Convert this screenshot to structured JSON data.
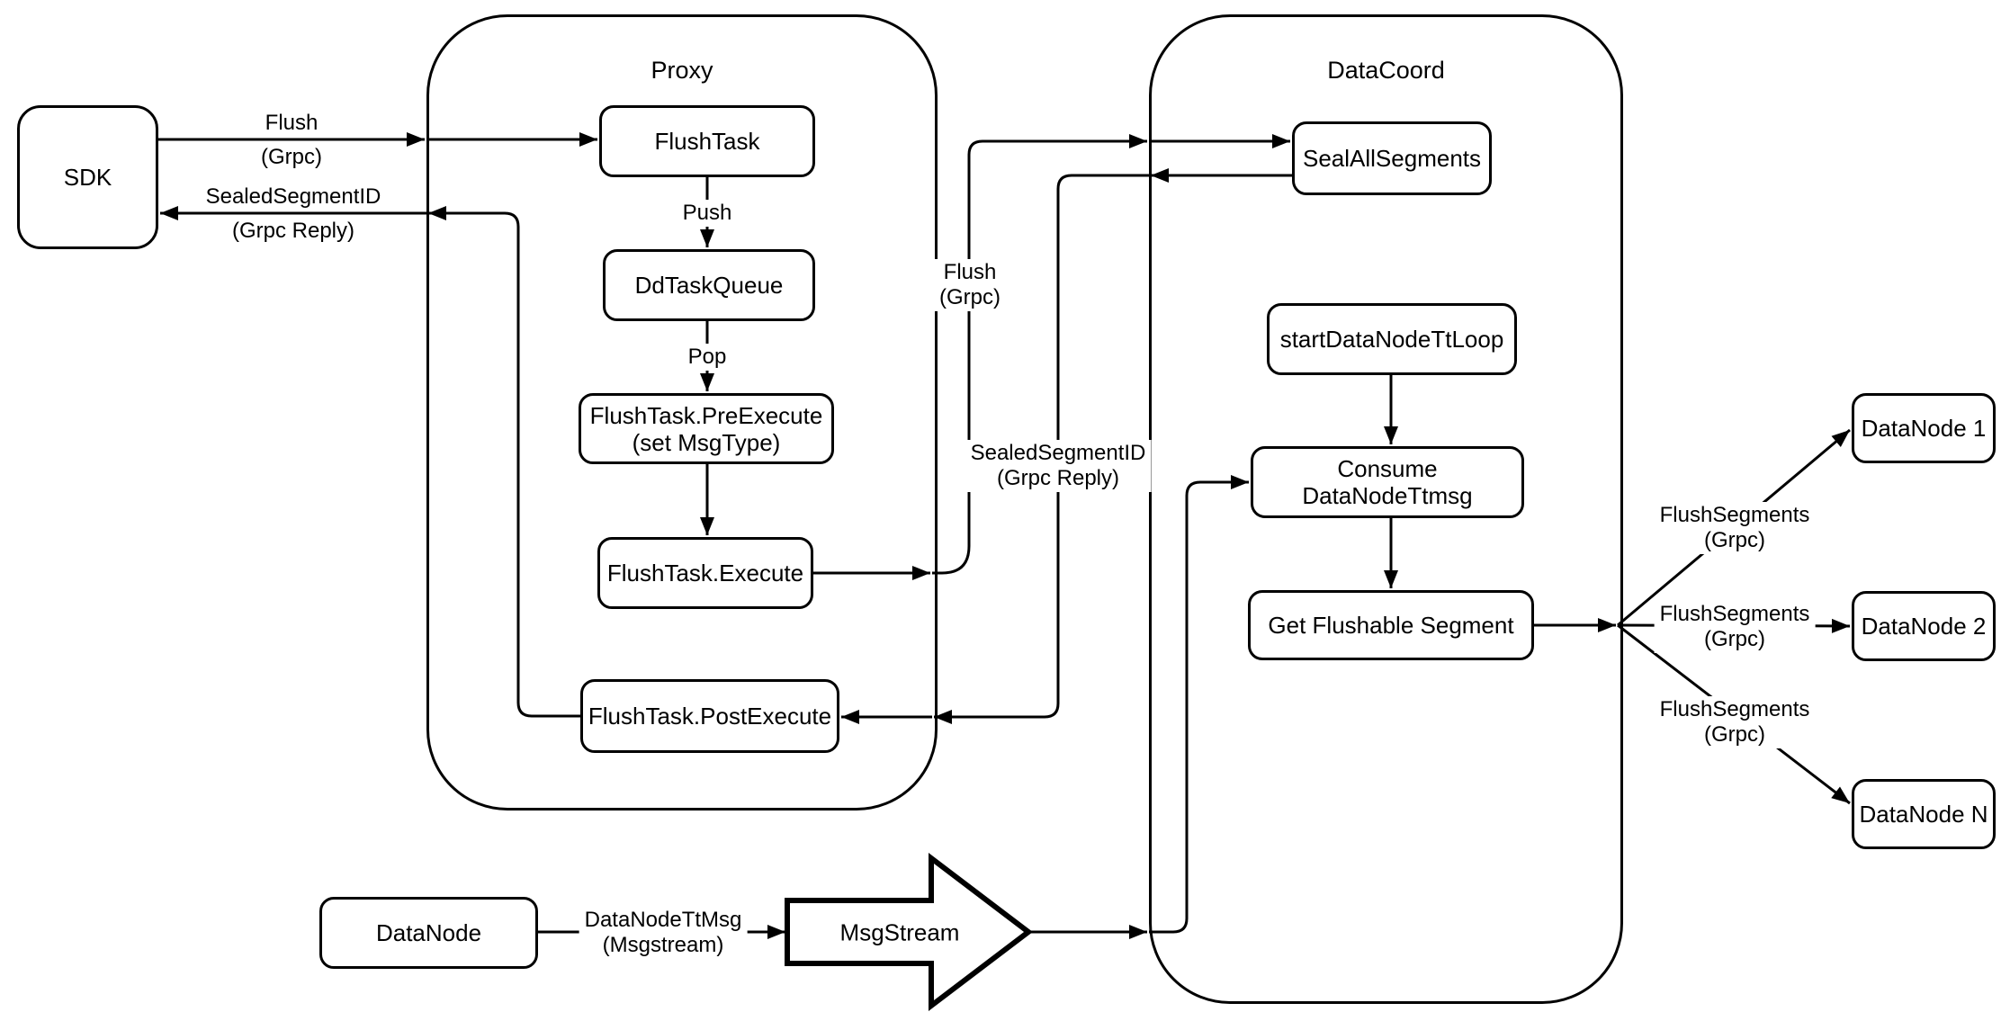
{
  "diagram": {
    "colors": {
      "stroke": "#000000",
      "background": "#ffffff"
    },
    "containers": {
      "proxy": {
        "title": "Proxy"
      },
      "datacoord": {
        "title": "DataCoord"
      }
    },
    "nodes": {
      "sdk": {
        "label": "SDK"
      },
      "flush_task": {
        "label": "FlushTask"
      },
      "dd_task_queue": {
        "label": "DdTaskQueue"
      },
      "pre_execute": {
        "line1": "FlushTask.PreExecute",
        "line2": "(set MsgType)"
      },
      "execute": {
        "label": "FlushTask.Execute"
      },
      "post_execute": {
        "label": "FlushTask.PostExecute"
      },
      "seal_all_segments": {
        "label": "SealAllSegments"
      },
      "start_datanode_tt_loop": {
        "label": "startDataNodeTtLoop"
      },
      "consume_datanode_ttmsg": {
        "label": "Consume DataNodeTtmsg"
      },
      "get_flushable_segment": {
        "label": "Get Flushable Segment"
      },
      "datanode_1": {
        "label": "DataNode 1"
      },
      "datanode_2": {
        "label": "DataNode 2"
      },
      "datanode_n": {
        "label": "DataNode N"
      },
      "datanode": {
        "label": "DataNode"
      },
      "msgstream": {
        "label": "MsgStream"
      }
    },
    "edge_labels": {
      "flush_grpc_sdk": {
        "line1": "Flush",
        "line2": "(Grpc)"
      },
      "sealed_segment_id_sdk": {
        "line1": "SealedSegmentID",
        "line2": "(Grpc Reply)"
      },
      "push": {
        "label": "Push"
      },
      "pop": {
        "label": "Pop"
      },
      "flush_grpc_datacoord": {
        "line1": "Flush",
        "line2": "(Grpc)"
      },
      "sealed_segment_id_reply": {
        "line1": "SealedSegmentID",
        "line2": "(Grpc Reply)"
      },
      "flush_segments_1": {
        "line1": "FlushSegments",
        "line2": "(Grpc)"
      },
      "flush_segments_2": {
        "line1": "FlushSegments",
        "line2": "(Grpc)"
      },
      "flush_segments_3": {
        "line1": "FlushSegments",
        "line2": "(Grpc)"
      },
      "datanode_tt_msg": {
        "line1": "DataNodeTtMsg",
        "line2": "(Msgstream)"
      }
    }
  }
}
